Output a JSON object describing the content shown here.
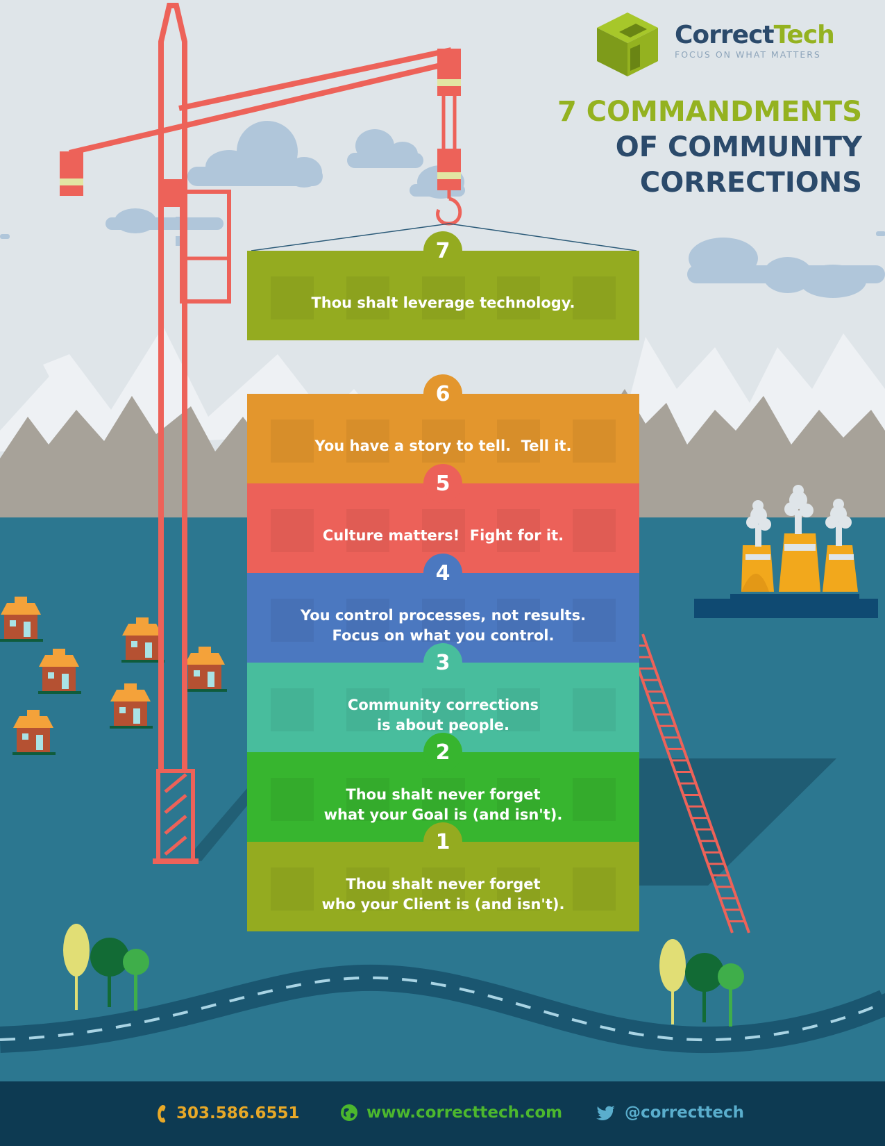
{
  "brand": {
    "name_part1": "Correct",
    "name_part2": "Tech",
    "tagline": "FOCUS ON WHAT MATTERS"
  },
  "title": {
    "line1": "7 COMMANDMENTS",
    "line2": "OF COMMUNITY",
    "line3": "CORRECTIONS"
  },
  "commandments": [
    {
      "number": "7",
      "text": "Thou shalt leverage technology."
    },
    {
      "number": "6",
      "text": "You have a story to tell.  Tell it."
    },
    {
      "number": "5",
      "text": "Culture matters!  Fight for it."
    },
    {
      "number": "4",
      "text": "You control processes, not results.\nFocus on what you control."
    },
    {
      "number": "3",
      "text": "Community corrections\nis about people."
    },
    {
      "number": "2",
      "text": "Thou shalt never forget\nwhat your Goal is (and isn't)."
    },
    {
      "number": "1",
      "text": "Thou shalt never forget\nwho your Client is (and isn't)."
    }
  ],
  "footer": {
    "phone": "303.586.6551",
    "website": "www.correcttech.com",
    "twitter": "@correcttech"
  },
  "colors": {
    "sky": "#dfe5e9",
    "water": "#2c7790",
    "crane": "#ed6259",
    "footer_bg": "#0d3a52",
    "accent_green": "#94b220",
    "navy": "#2b4a6b",
    "orange": "#e3962d",
    "red": "#ec6159",
    "blue": "#4b78c0",
    "teal": "#48bd9d",
    "green": "#37b52f",
    "olive": "#94ab20",
    "footer_text": "#e8a928",
    "footer_green": "#4cb72e",
    "footer_blue": "#5aaecd"
  },
  "icons": [
    "brand-cube-logo",
    "phone-icon",
    "globe-icon",
    "twitter-bird-icon"
  ]
}
